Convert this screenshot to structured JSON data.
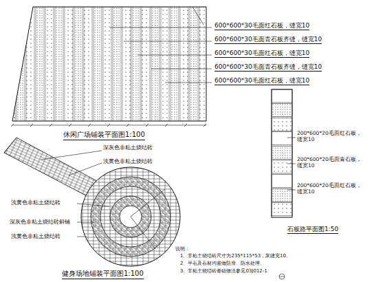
{
  "diagram": {
    "labels": [
      "600*600*30毛面红石板，缝宽10",
      "600*600*30毛面青石板齐缝，缝宽10",
      "600*600*30毛面红石板，缝宽10",
      "600*600*30毛面青石板齐缝，缝宽10",
      "600*600*30毛面红石板，缝宽10",
      "休闲广场铺装平面图1:100",
      "深灰色非粘土烧结砖",
      "浅黄色非粘土烧结砖",
      "浅黄色非粘土烧结砖",
      "深灰色非粘土烧结砖斜铺",
      "浅黄色非粘土烧结砖",
      "健身场地铺装平面图1:100",
      "200*600*20毛面红石板，缝宽10",
      "200*600*20毛面青石板，缝宽10",
      "200*600*20毛面红石板，缝宽10",
      "石板路平面图1:50",
      "说明：",
      "1、非粘土烧结砖尺寸为235*115*53，灰缝宽10。",
      "2、平石及石材均需做防滑、防水处理。",
      "3、非粘土烧结砖基础做法参见03J012-1"
    ]
  }
}
